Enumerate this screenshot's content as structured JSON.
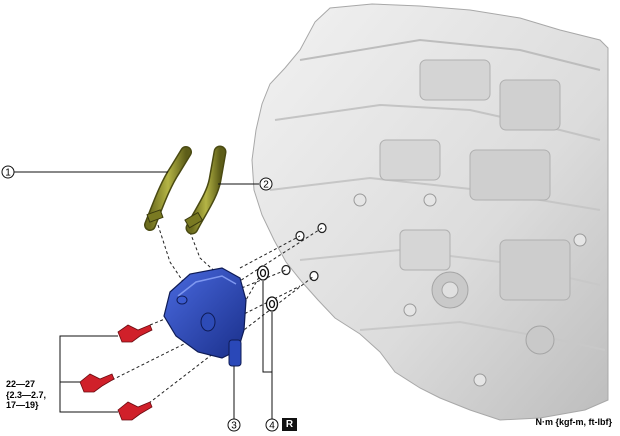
{
  "callouts": {
    "c1": "1",
    "c2": "2",
    "c3": "3",
    "c4": "4"
  },
  "torque_spec": {
    "line1": "22—27",
    "line2": "{2.3—2.7,",
    "line3": "17—19}"
  },
  "unit_label": "N·m {kgf-m, ft-lbf}",
  "replace_badge": "R",
  "colors": {
    "transmission": "#e3e3e3",
    "cooler": "#2a48b8",
    "hoses": "#8a8a2a",
    "bolts": "#d0202a"
  }
}
